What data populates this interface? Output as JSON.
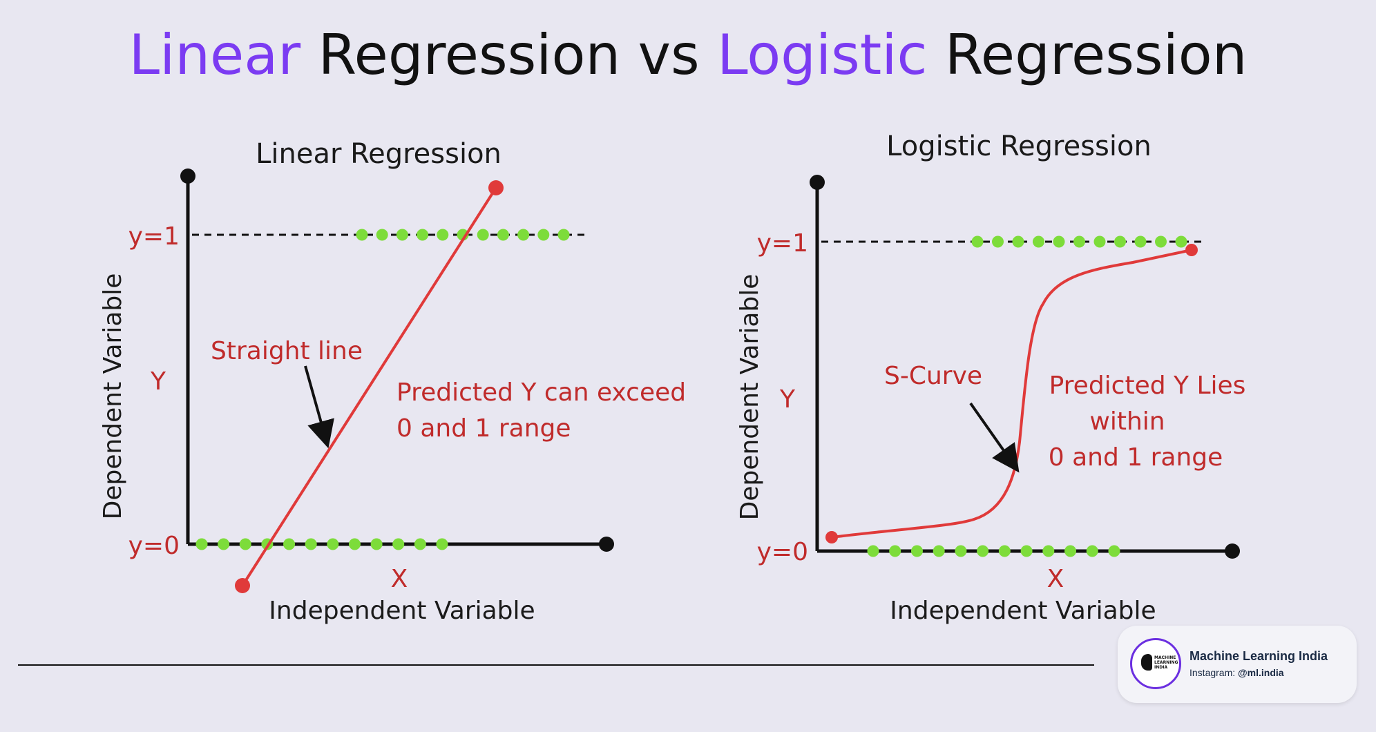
{
  "title": {
    "part1": "Linear",
    "part2": " Regression vs ",
    "part3": "Logistic",
    "part4": " Regression",
    "accent_color": "#7b3bf2"
  },
  "colors": {
    "background": "#e8e7f1",
    "curve": "#e03a3a",
    "points": "#7ddc3a",
    "axis": "#111111",
    "annotation": "#c02b2b"
  },
  "left_panel": {
    "heading": "Linear Regression",
    "y_axis_label": "Dependent Variable",
    "y_symbol": "Y",
    "x_symbol": "X",
    "x_axis_label": "Independent Variable",
    "tick_top": "y=1",
    "tick_bottom": "y=0",
    "annotation": "Straight line",
    "note_line1": "Predicted Y can exceed",
    "note_line2": "0 and 1 range",
    "curve_type": "straight line"
  },
  "right_panel": {
    "heading": "Logistic Regression",
    "y_axis_label": "Dependent Variable",
    "y_symbol": "Y",
    "x_symbol": "X",
    "x_axis_label": "Independent Variable",
    "tick_top": "y=1",
    "tick_bottom": "y=0",
    "annotation": "S-Curve",
    "note_line1": "Predicted Y Lies",
    "note_line2": "within",
    "note_line3": "0 and 1 range",
    "curve_type": "sigmoid"
  },
  "branding": {
    "name": "Machine Learning India",
    "handle_prefix": "Instagram: ",
    "handle": "@ml.india",
    "logo_text": "MACHINE LEARNING INDIA"
  }
}
